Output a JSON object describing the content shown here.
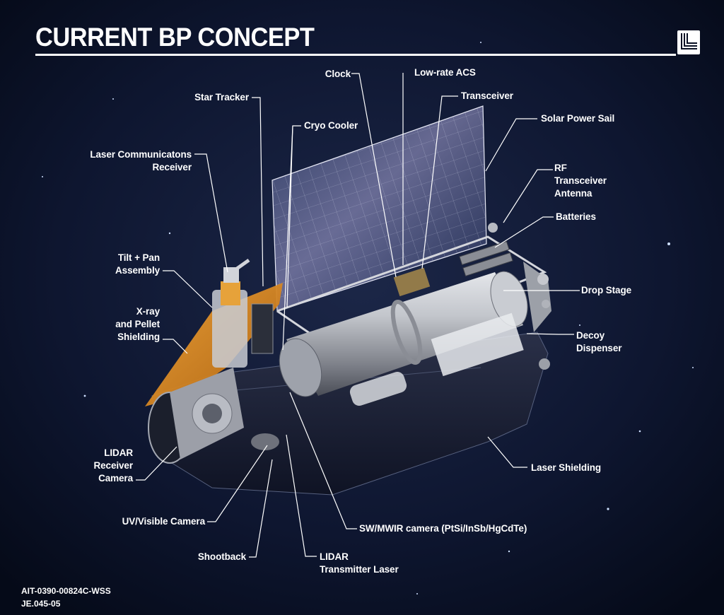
{
  "header": {
    "title": "CURRENT BP CONCEPT"
  },
  "labels": {
    "clock": "Clock",
    "low_rate_acs": "Low-rate ACS",
    "transceiver": "Transceiver",
    "star_tracker": "Star Tracker",
    "cryo_cooler": "Cryo Cooler",
    "solar_power_sail": "Solar Power Sail",
    "laser_comm_receiver": [
      "Laser Communicatons",
      "Receiver"
    ],
    "rf_transceiver_antenna": [
      "RF",
      "Transceiver",
      "Antenna"
    ],
    "batteries": "Batteries",
    "tilt_pan_assembly": [
      "Tilt + Pan",
      "Assembly"
    ],
    "drop_stage": "Drop Stage",
    "xray_pellet_shielding": [
      "X-ray",
      "and Pellet",
      "Shielding"
    ],
    "decoy_dispenser": [
      "Decoy",
      "Dispenser"
    ],
    "lidar_receiver_camera": [
      "LIDAR",
      "Receiver",
      "Camera"
    ],
    "laser_shielding": "Laser Shielding",
    "uv_visible_camera": "UV/Visible Camera",
    "sw_mwir_camera": "SW/MWIR camera  (PtSi/InSb/HgCdTe)",
    "shootback": "Shootback",
    "lidar_transmitter_laser": [
      "LIDAR",
      "Transmitter Laser"
    ]
  },
  "footer": {
    "doc_id": "AIT-0390-00824C-WSS",
    "ref": "JE.045-05"
  },
  "colors": {
    "background": "#0a1024",
    "text": "#ffffff",
    "shielding_orange": "#d9861e",
    "hull_dark": "#1a1f33",
    "cylinder_silver": "#b8bcc4"
  }
}
